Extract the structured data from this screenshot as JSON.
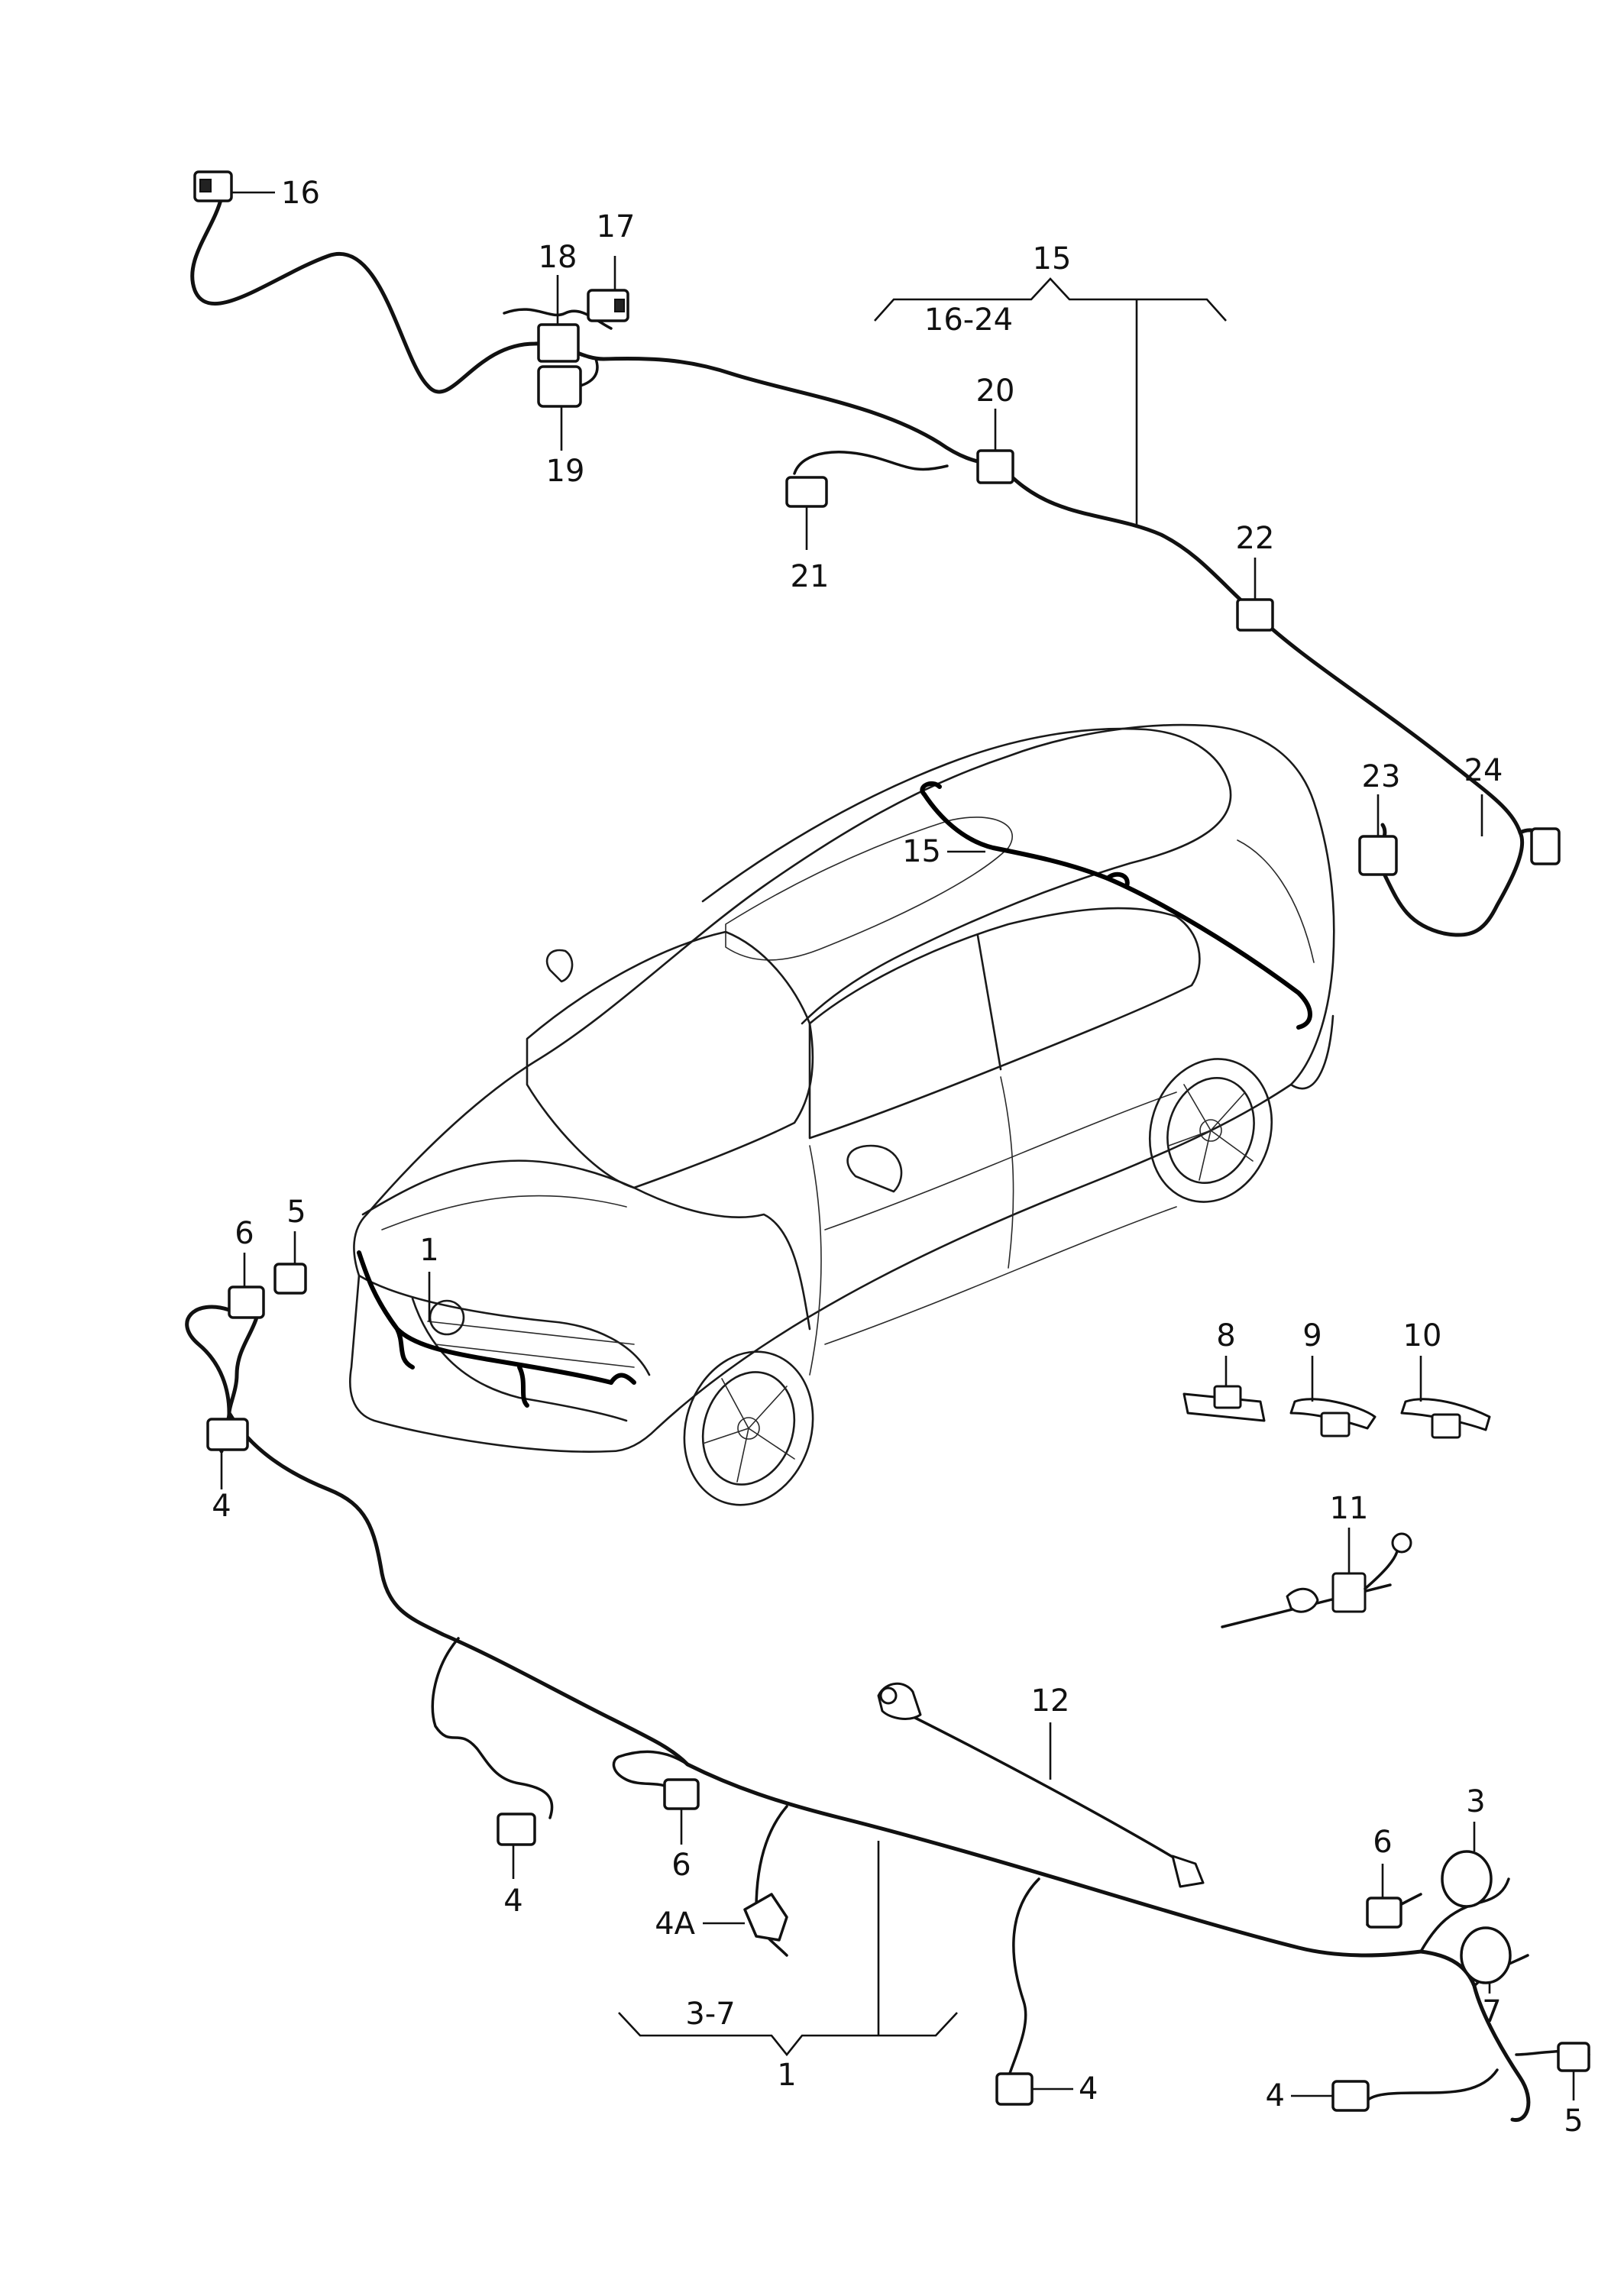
{
  "callouts": {
    "c1": "1",
    "c1_car": "1",
    "c3": "3",
    "c3_7": "3-7",
    "c4_left": "4",
    "c4_mid": "4",
    "c4_lower": "4",
    "c4_right": "4",
    "c4a": "4A",
    "c5_left": "5",
    "c5_right": "5",
    "c6_left": "6",
    "c6_mid": "6",
    "c6_right": "6",
    "c7": "7",
    "c8": "8",
    "c9": "9",
    "c10": "10",
    "c11": "11",
    "c12": "12",
    "c15": "15",
    "c15_car": "15",
    "c16": "16",
    "c16_24": "16-24",
    "c17": "17",
    "c18": "18",
    "c19": "19",
    "c20": "20",
    "c21": "21",
    "c22": "22",
    "c23": "23",
    "c24": "24"
  }
}
